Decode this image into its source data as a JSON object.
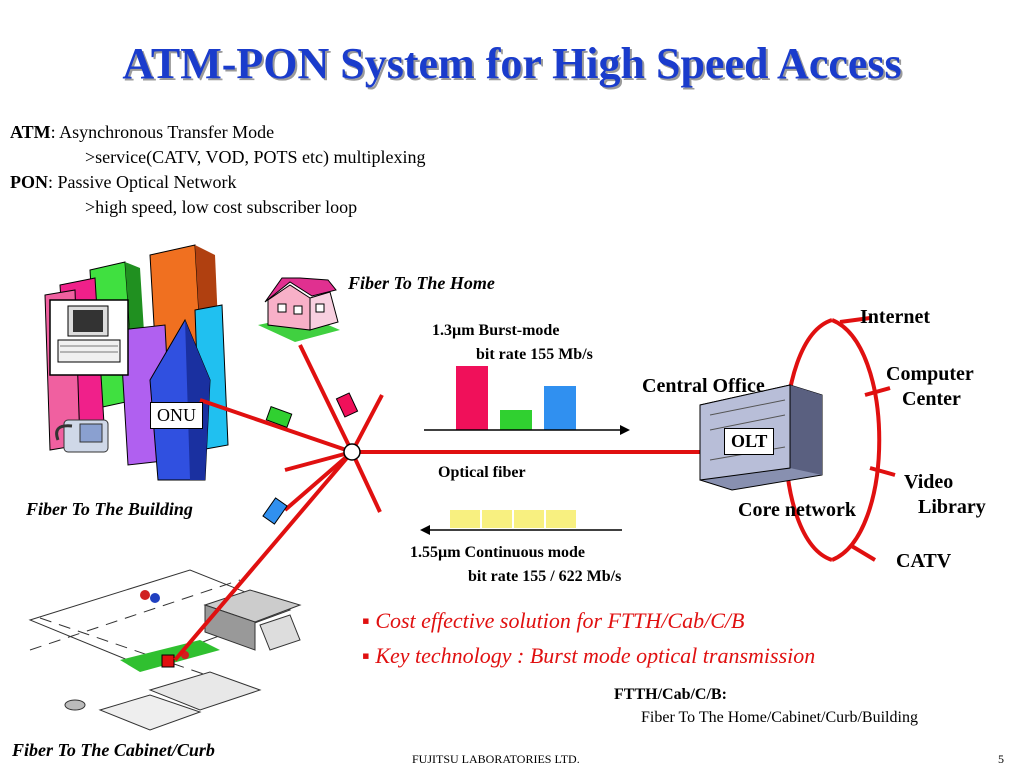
{
  "title": "ATM-PON System for High Speed Access",
  "definitions": [
    {
      "term": "ATM",
      "desc": ": Asynchronous Transfer Mode",
      "detail": ">service(CATV, VOD, POTS etc) multiplexing"
    },
    {
      "term": "PON",
      "desc": ": Passive Optical Network",
      "detail": ">high speed, low cost subscriber loop"
    }
  ],
  "labels": {
    "ftth": "Fiber To The Home",
    "fttb": "Fiber To The Building",
    "fttc": "Fiber To The Cabinet/Curb",
    "onu": "ONU",
    "olt": "OLT",
    "central_office": "Central Office",
    "core_network": "Core network",
    "optical_fiber": "Optical fiber"
  },
  "upstream": {
    "line1": "1.3µm Burst-mode",
    "line2": "bit rate 155 Mb/s"
  },
  "downstream": {
    "line1": "1.55µm Continuous mode",
    "line2": "bit rate 155 / 622 Mb/s"
  },
  "services": {
    "internet": "Internet",
    "computer_line1": "Computer",
    "computer_line2": "Center",
    "video_line1": "Video",
    "video_line2": "Library",
    "catv": "CATV"
  },
  "bullets": [
    "Cost effective solution for FTTH/Cab/C/B",
    "Key technology : Burst mode optical transmission"
  ],
  "abbrev": {
    "head": "FTTH/Cab/C/B:",
    "body": "Fiber To The Home/Cabinet/Curb/Building"
  },
  "footer": {
    "company": "FUJITSU LABORATORIES LTD.",
    "page": "5"
  },
  "colors": {
    "title": "#1a3ccc",
    "fiber": "#e01010",
    "bullet": "#e01010",
    "burst_pink": "#f0105a",
    "burst_green": "#30d030",
    "burst_blue": "#3090f0",
    "continuous": "#f8f080"
  }
}
